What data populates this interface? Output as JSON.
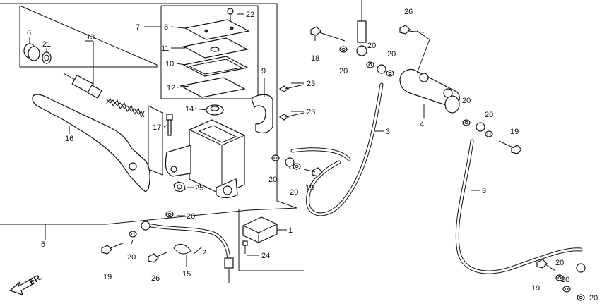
{
  "callouts": {
    "c1": "1",
    "c2": "2",
    "c3a": "3",
    "c3b": "3",
    "c4": "4",
    "c5": "5",
    "c6": "6",
    "c7": "7",
    "c8": "8",
    "c9": "9",
    "c10": "10",
    "c11": "11",
    "c12": "12",
    "c13": "13",
    "c14": "14",
    "c15": "15",
    "c16": "16",
    "c17": "17",
    "c18": "18",
    "c19a": "19",
    "c19b": "19",
    "c19c": "19",
    "c19d": "19",
    "c20a": "20",
    "c20b": "20",
    "c20c": "20",
    "c20d": "20",
    "c20e": "20",
    "c20f": "20",
    "c20g": "20",
    "c20h": "20",
    "c20i": "20",
    "c20j": "20",
    "c20k": "20",
    "c20l": "20",
    "c21": "21",
    "c22": "22",
    "c23a": "23",
    "c23b": "23",
    "c24": "24",
    "c25": "25",
    "c26a": "26",
    "c26b": "26"
  },
  "direction_marker": "FR.",
  "colors": {
    "line": "#111111",
    "background": "#ffffff"
  }
}
